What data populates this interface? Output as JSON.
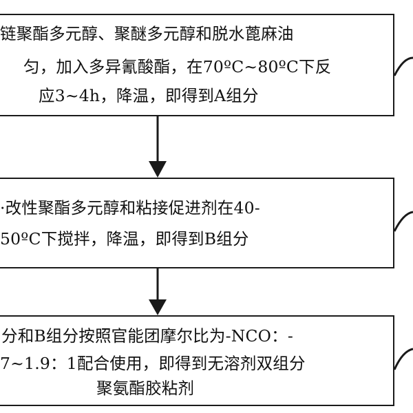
{
  "steps": [
    {
      "lines": [
        "链聚酯多元醇、聚醚多元醇和脱水蓖麻油",
        "匀，加入多异氰酸酯，在70ºC~80ºC下反",
        "应3~4h，降温，即得到A组分"
      ]
    },
    {
      "lines": [
        "·改性聚酯多元醇和粘接促进剂在40-",
        "50ºC下搅拌，降温，即得到B组分"
      ]
    },
    {
      "lines": [
        "分和B组分按照官能团摩尔比为-NCO：-",
        "7~1.9：1配合使用，即得到无溶剂双组分",
        "聚氨酯胶粘剂"
      ]
    }
  ],
  "colors": {
    "stroke": "#1a1a1a",
    "text": "#111111",
    "background": "#ffffff"
  }
}
